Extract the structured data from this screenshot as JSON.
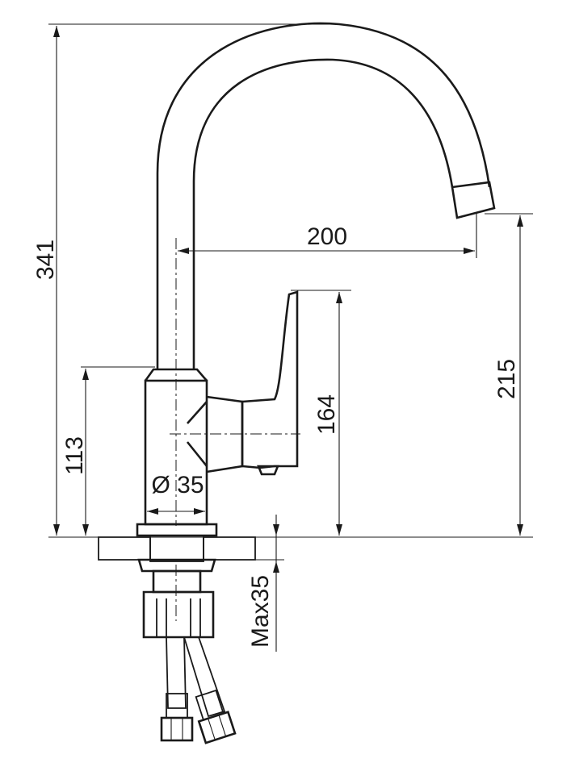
{
  "dimensions": {
    "total_height": "341",
    "spout_reach": "200",
    "spout_height": "215",
    "handle_height": "164",
    "body_height": "113",
    "body_diameter": "Ø 35",
    "max_counter_thickness": "Max35"
  }
}
